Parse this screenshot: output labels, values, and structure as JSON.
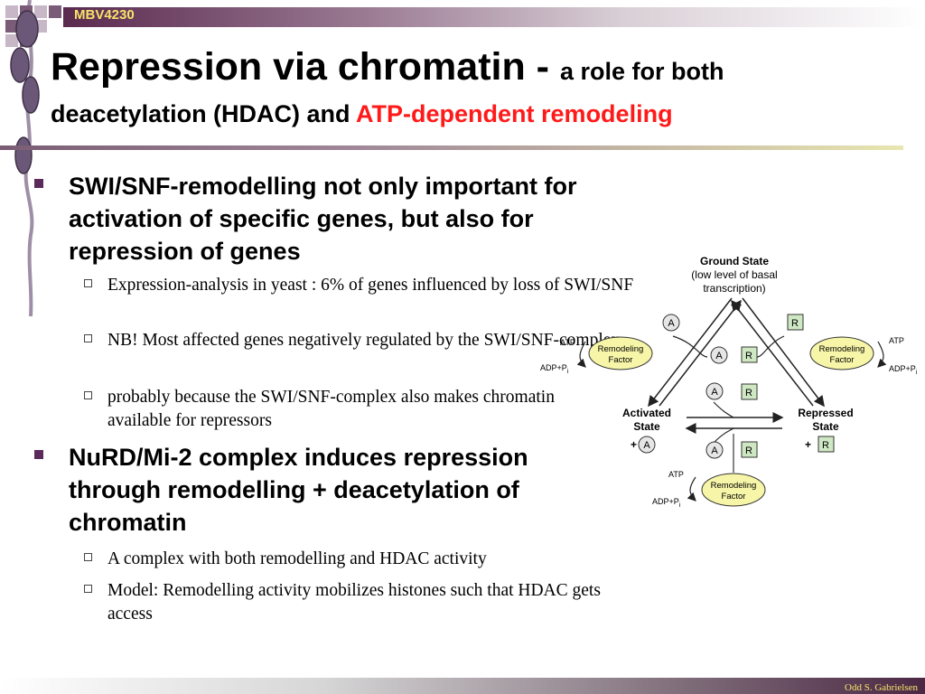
{
  "header": {
    "course_code": "MBV4230"
  },
  "title": {
    "main": "Repression via chromatin - ",
    "sub_line1": "a role for both",
    "sub_line2": "deacetylation (HDAC) and ",
    "sub_red": "ATP-dependent remodeling"
  },
  "bullets": [
    {
      "text": "SWI/SNF-remodelling not only important for activation of specific genes, but also for repression of genes",
      "sub": [
        "Expression-analysis in yeast : 6% of genes influenced by loss of SWI/SNF",
        "NB! Most affected genes negatively regulated by the SWI/SNF-complex",
        "probably because the SWI/SNF-complex also makes chromatin available for repressors"
      ]
    },
    {
      "text": "NuRD/Mi-2 complex induces repression through remodelling + deacetylation of chromatin",
      "sub": [
        "A complex with both remodelling and HDAC activity",
        "Model: Remodelling activity mobilizes histones such that HDAC gets access"
      ]
    }
  ],
  "diagram": {
    "ground_state": [
      "Ground State",
      "(low level of basal",
      "transcription)"
    ],
    "activated_state": [
      "Activated",
      "State"
    ],
    "repressed_state": [
      "Repressed",
      "State"
    ],
    "remodeling_factor": [
      "Remodeling",
      "Factor"
    ],
    "atp": "ATP",
    "adp": "ADP+P",
    "adp_sub": "i",
    "activator": "A",
    "repressor": "R",
    "plus": "+"
  },
  "footer": {
    "author": "Odd S. Gabrielsen"
  },
  "colors": {
    "accent": "#5a2a4f",
    "title_red": "#ff1a1a",
    "yellow": "#f7e36a",
    "factor_fill": "#f6f5a8",
    "activator_fill": "#e6e6e6",
    "repressor_fill": "#cfe8c4"
  }
}
